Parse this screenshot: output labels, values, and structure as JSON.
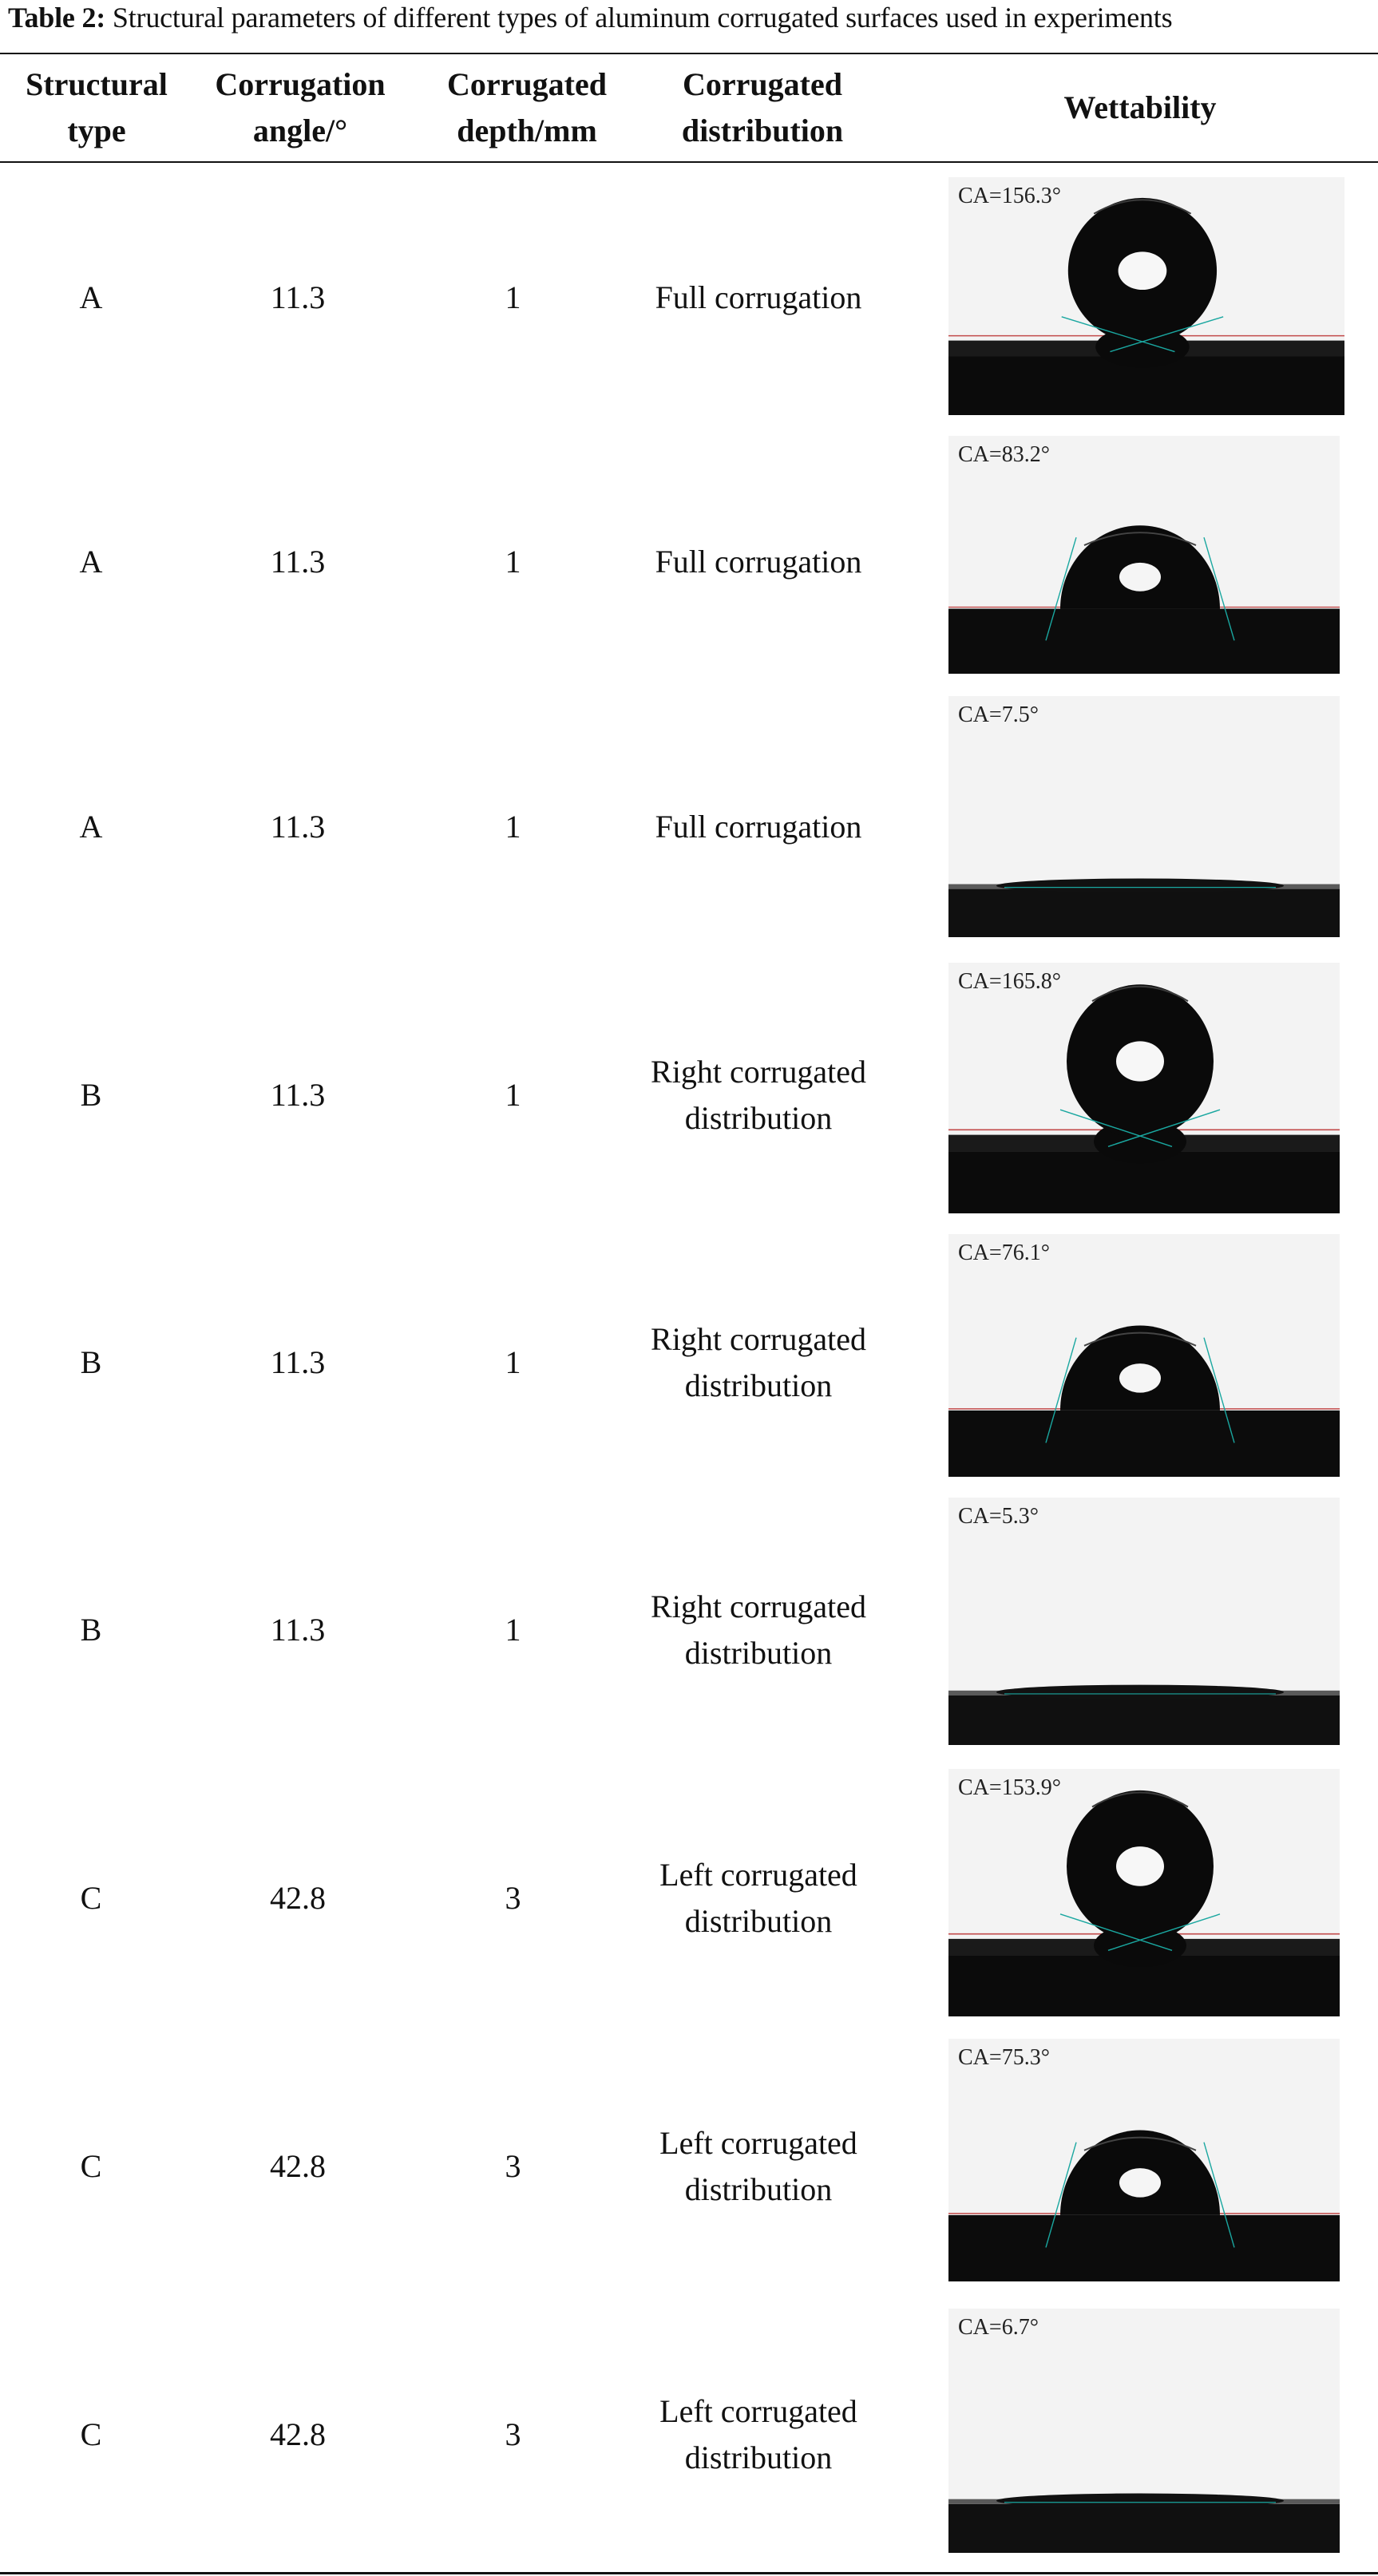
{
  "caption": {
    "label": "Table 2:",
    "text": " Structural parameters of different types of aluminum corrugated surfaces used in experiments"
  },
  "headers": {
    "type": "Structural\ntype",
    "angle": "Corrugation\nangle/°",
    "depth": "Corrugated\ndepth/mm",
    "distribution": "Corrugated\ndistribution",
    "wettability": "Wettability"
  },
  "rows": [
    {
      "type": "A",
      "angle": "11.3",
      "depth": "1",
      "distribution": "Full corrugation",
      "ca_label": "CA=156.3°",
      "contact_angle": 156.3
    },
    {
      "type": "A",
      "angle": "11.3",
      "depth": "1",
      "distribution": "Full corrugation",
      "ca_label": "CA=83.2°",
      "contact_angle": 83.2
    },
    {
      "type": "A",
      "angle": "11.3",
      "depth": "1",
      "distribution": "Full corrugation",
      "ca_label": "CA=7.5°",
      "contact_angle": 7.5
    },
    {
      "type": "B",
      "angle": "11.3",
      "depth": "1",
      "distribution": "Right corrugated\ndistribution",
      "ca_label": "CA=165.8°",
      "contact_angle": 165.8
    },
    {
      "type": "B",
      "angle": "11.3",
      "depth": "1",
      "distribution": "Right corrugated\ndistribution",
      "ca_label": "CA=76.1°",
      "contact_angle": 76.1
    },
    {
      "type": "B",
      "angle": "11.3",
      "depth": "1",
      "distribution": "Right corrugated\ndistribution",
      "ca_label": "CA=5.3°",
      "contact_angle": 5.3
    },
    {
      "type": "C",
      "angle": "42.8",
      "depth": "3",
      "distribution": "Left corrugated\ndistribution",
      "ca_label": "CA=153.9°",
      "contact_angle": 153.9
    },
    {
      "type": "C",
      "angle": "42.8",
      "depth": "3",
      "distribution": "Left corrugated\ndistribution",
      "ca_label": "CA=75.3°",
      "contact_angle": 75.3
    },
    {
      "type": "C",
      "angle": "42.8",
      "depth": "3",
      "distribution": "Left corrugated\ndistribution",
      "ca_label": "CA=6.7°",
      "contact_angle": 6.7
    }
  ]
}
